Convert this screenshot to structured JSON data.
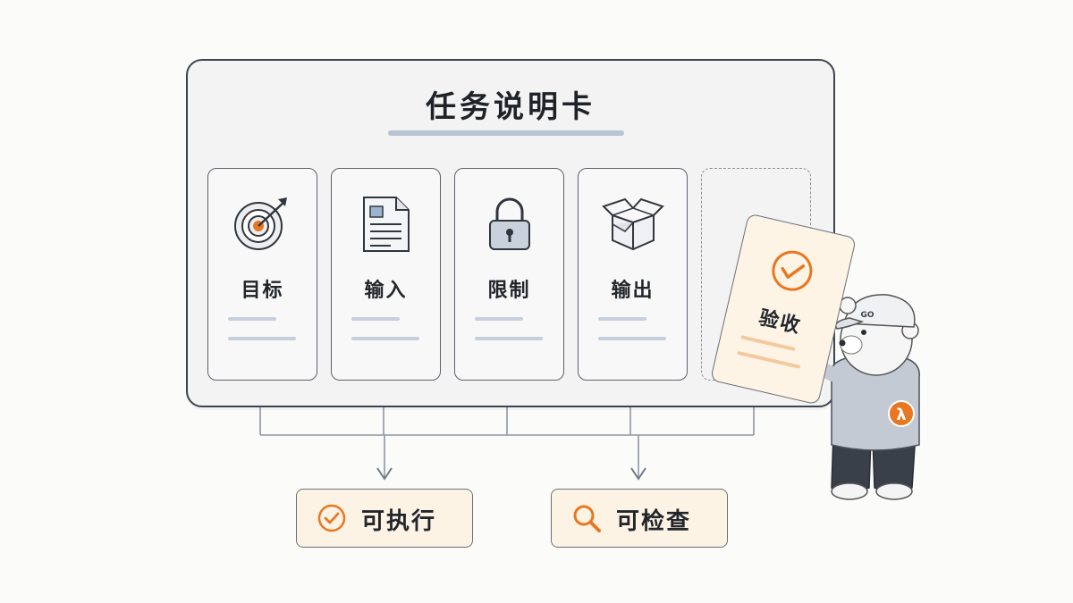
{
  "board": {
    "title": "任务说明卡",
    "cards": [
      {
        "label": "目标",
        "icon": "target-icon"
      },
      {
        "label": "输入",
        "icon": "document-icon"
      },
      {
        "label": "限制",
        "icon": "lock-icon"
      },
      {
        "label": "输出",
        "icon": "box-icon"
      }
    ]
  },
  "acceptance_card": {
    "label": "验收",
    "icon": "check-circle-icon"
  },
  "outcomes": [
    {
      "label": "可执行",
      "icon": "check-circle-icon"
    },
    {
      "label": "可检查",
      "icon": "magnifier-icon"
    }
  ],
  "mascot": {
    "shirt_symbol": "λ",
    "cap_text": "GO",
    "icon": "bear-mascot-icon"
  },
  "colors": {
    "accent": "#e87722",
    "outline": "#3b4450",
    "card_fill": "#fdf4e6",
    "placeholder_line": "#c5cfdd"
  }
}
